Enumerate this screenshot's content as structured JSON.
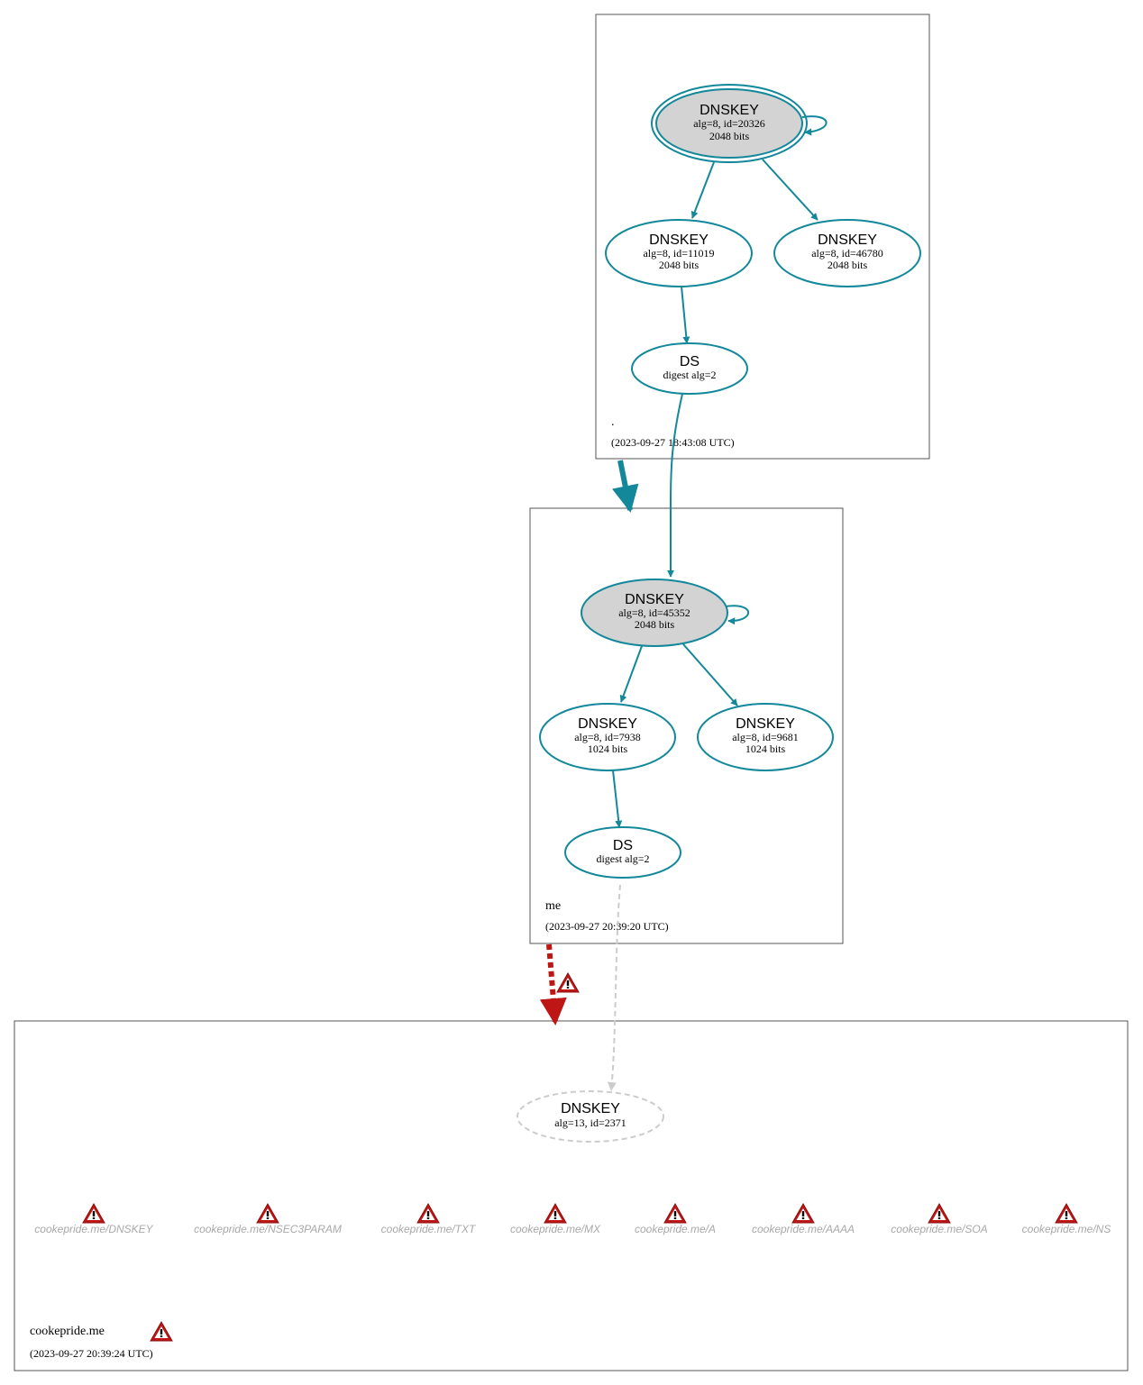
{
  "colors": {
    "secure": "#12889a",
    "bogus": "#be1515",
    "insecure": "#cccccc",
    "ksk_fill": "#d3d3d3",
    "zone_border": "#555555",
    "rrset_label": "#a8a8a8"
  },
  "zones": {
    "root": {
      "name": ".",
      "timestamp": "(2023-09-27 18:43:08 UTC)"
    },
    "me": {
      "name": "me",
      "timestamp": "(2023-09-27 20:39:20 UTC)"
    },
    "cookepride": {
      "name": "cookepride.me",
      "timestamp": "(2023-09-27 20:39:24 UTC)"
    }
  },
  "nodes": {
    "root_ksk": {
      "title": "DNSKEY",
      "line1": "alg=8, id=20326",
      "line2": "2048 bits"
    },
    "root_zsk1": {
      "title": "DNSKEY",
      "line1": "alg=8, id=11019",
      "line2": "2048 bits"
    },
    "root_zsk2": {
      "title": "DNSKEY",
      "line1": "alg=8, id=46780",
      "line2": "2048 bits"
    },
    "root_ds": {
      "title": "DS",
      "line1": "digest alg=2"
    },
    "me_ksk": {
      "title": "DNSKEY",
      "line1": "alg=8, id=45352",
      "line2": "2048 bits"
    },
    "me_zsk1": {
      "title": "DNSKEY",
      "line1": "alg=8, id=7938",
      "line2": "1024 bits"
    },
    "me_zsk2": {
      "title": "DNSKEY",
      "line1": "alg=8, id=9681",
      "line2": "1024 bits"
    },
    "me_ds": {
      "title": "DS",
      "line1": "digest alg=2"
    },
    "cp_dnskey": {
      "title": "DNSKEY",
      "line1": "alg=13, id=2371"
    }
  },
  "rrsets": [
    {
      "label": "cookepride.me/DNSKEY",
      "icon": "warning-icon"
    },
    {
      "label": "cookepride.me/NSEC3PARAM",
      "icon": "warning-icon"
    },
    {
      "label": "cookepride.me/TXT",
      "icon": "warning-icon"
    },
    {
      "label": "cookepride.me/MX",
      "icon": "warning-icon"
    },
    {
      "label": "cookepride.me/A",
      "icon": "warning-icon"
    },
    {
      "label": "cookepride.me/AAAA",
      "icon": "warning-icon"
    },
    {
      "label": "cookepride.me/SOA",
      "icon": "warning-icon"
    },
    {
      "label": "cookepride.me/NS",
      "icon": "warning-icon"
    }
  ]
}
